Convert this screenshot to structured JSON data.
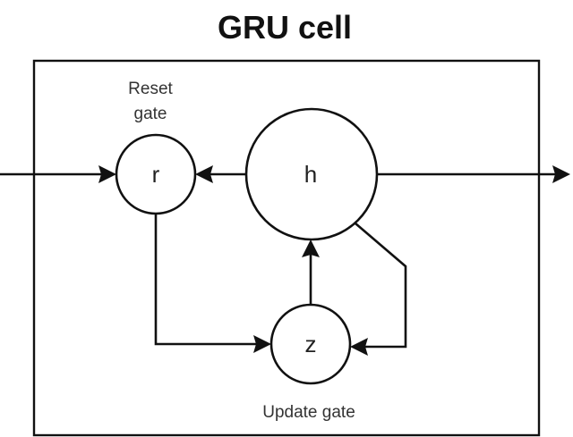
{
  "title": "GRU cell",
  "nodes": {
    "reset": {
      "symbol": "r",
      "caption_lines": [
        "Reset",
        "gate"
      ]
    },
    "hidden": {
      "symbol": "h"
    },
    "update": {
      "symbol": "z",
      "caption": "Update gate"
    }
  },
  "edges": [
    {
      "from": "input",
      "to": "r"
    },
    {
      "from": "h",
      "to": "r"
    },
    {
      "from": "h",
      "to": "output"
    },
    {
      "from": "r",
      "to": "z"
    },
    {
      "from": "z",
      "to": "h"
    },
    {
      "from": "h",
      "to": "z"
    }
  ],
  "colors": {
    "stroke": "#111111",
    "background": "#ffffff"
  }
}
